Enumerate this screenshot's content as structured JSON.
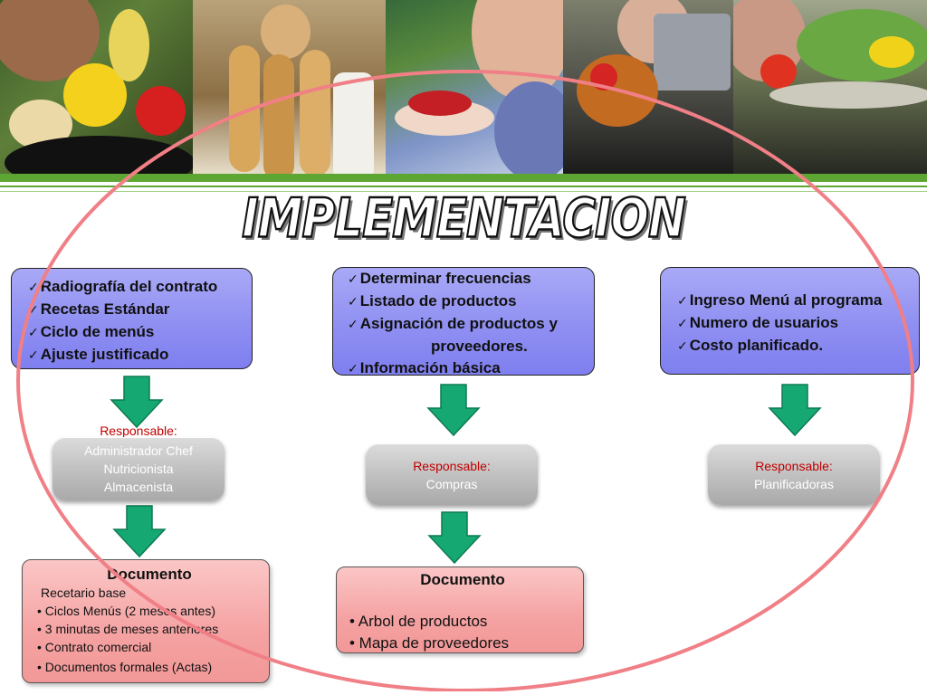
{
  "title": "IMPLEMENTACION",
  "boxes": [
    {
      "items": [
        "Radiografía del contrato",
        "Recetas Estándar",
        "Ciclo de menús",
        "Ajuste justificado"
      ]
    },
    {
      "items": [
        "Determinar frecuencias",
        "Listado de productos",
        "Asignación de productos y",
        "Información básica"
      ],
      "continuation": "proveedores."
    },
    {
      "items": [
        "Ingreso Menú al programa",
        "Numero de usuarios",
        "Costo planificado."
      ]
    }
  ],
  "responsables": [
    {
      "label": "Responsable:",
      "lines": [
        "Administrador   Chef",
        "Nutricionista",
        "Almacenista"
      ]
    },
    {
      "label": "Responsable:",
      "lines": [
        "Compras"
      ]
    },
    {
      "label": "Responsable:",
      "lines": [
        "Planificadoras"
      ]
    }
  ],
  "documents": [
    {
      "title": "Documento",
      "intro": "Recetario base",
      "items": [
        "• Ciclos Menús  (2 meses antes)",
        "• 3 minutas de meses anteriores",
        "• Contrato comercial",
        "• Documentos formales (Actas)"
      ]
    },
    {
      "title": "Documento",
      "items": [
        "• Arbol de productos",
        "• Mapa de proveedores"
      ]
    }
  ],
  "colors": {
    "accent_green": "#5ea633",
    "arrow_green": "#16a873",
    "box_blue": "#8f8ff2",
    "doc_pink": "#f5a2a2",
    "ellipse": "#f07f86",
    "responsable_red": "#c00000"
  },
  "icons": [
    "check-icon",
    "down-arrow-icon"
  ]
}
